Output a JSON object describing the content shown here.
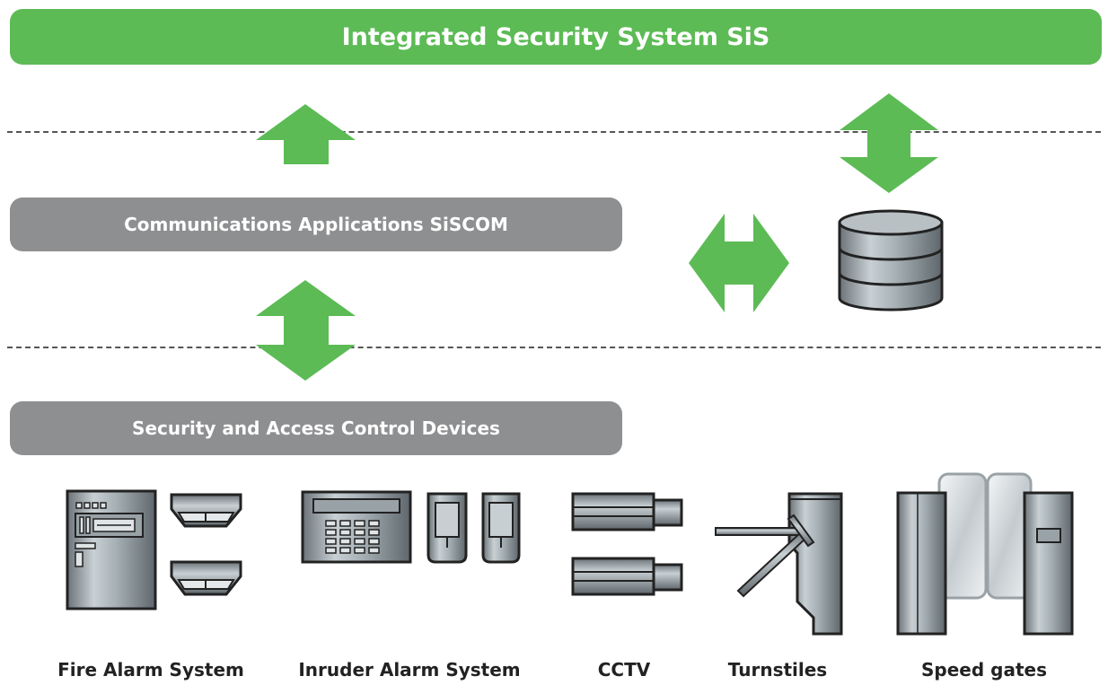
{
  "title": "Integrated Security System SiS",
  "layers": {
    "communications": "Communications Applications SiSCOM",
    "devices": "Security and Access Control Devices"
  },
  "device_labels": {
    "fire": "Fire Alarm System",
    "intruder": "Inruder Alarm System",
    "cctv": "CCTV",
    "turnstiles": "Turnstiles",
    "speed_gates": "Speed gates"
  },
  "colors": {
    "green": "#5cbb55",
    "gray": "#8e8f91"
  },
  "icons": [
    "fire-alarm-panel-icon",
    "smoke-detector-icon",
    "keypad-icon",
    "motion-sensor-icon",
    "cctv-camera-icon",
    "turnstile-icon",
    "speed-gate-icon",
    "database-icon"
  ]
}
